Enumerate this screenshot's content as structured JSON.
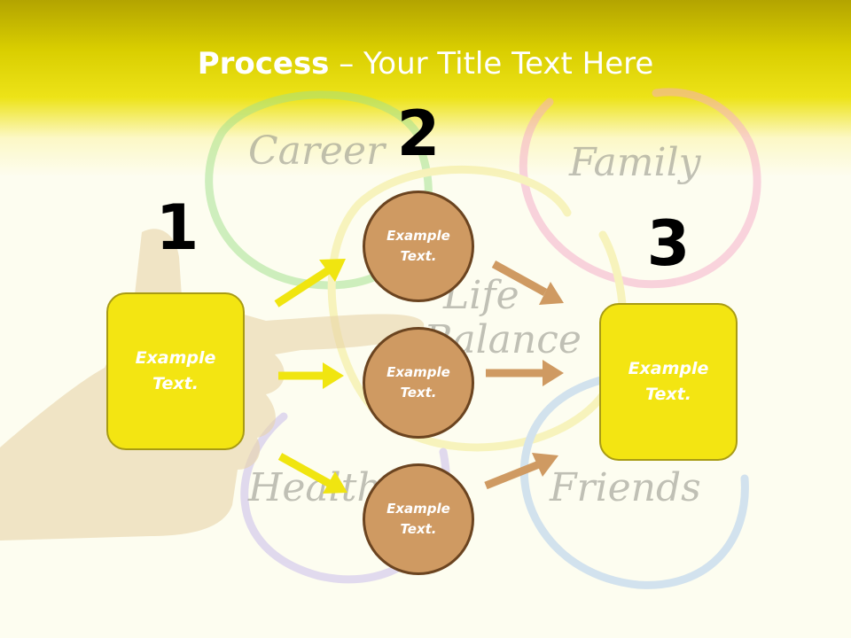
{
  "title": {
    "bold": "Process",
    "rest": " – Your Title Text Here"
  },
  "background_words": {
    "career": "Career",
    "family": "Family",
    "life": "Life",
    "balance": "Balance",
    "health": "Health",
    "friends": "Friends"
  },
  "steps": {
    "n1": "1",
    "n2": "2",
    "n3": "3"
  },
  "boxes": {
    "left": [
      "Example",
      "Text."
    ],
    "right": [
      "Example",
      "Text."
    ]
  },
  "circles": [
    [
      "Example",
      "Text."
    ],
    [
      "Example",
      "Text."
    ],
    [
      "Example",
      "Text."
    ]
  ],
  "colors": {
    "yellow": "#f3e512",
    "brown": "#cf9a62",
    "title_band": "#d9ce00"
  }
}
